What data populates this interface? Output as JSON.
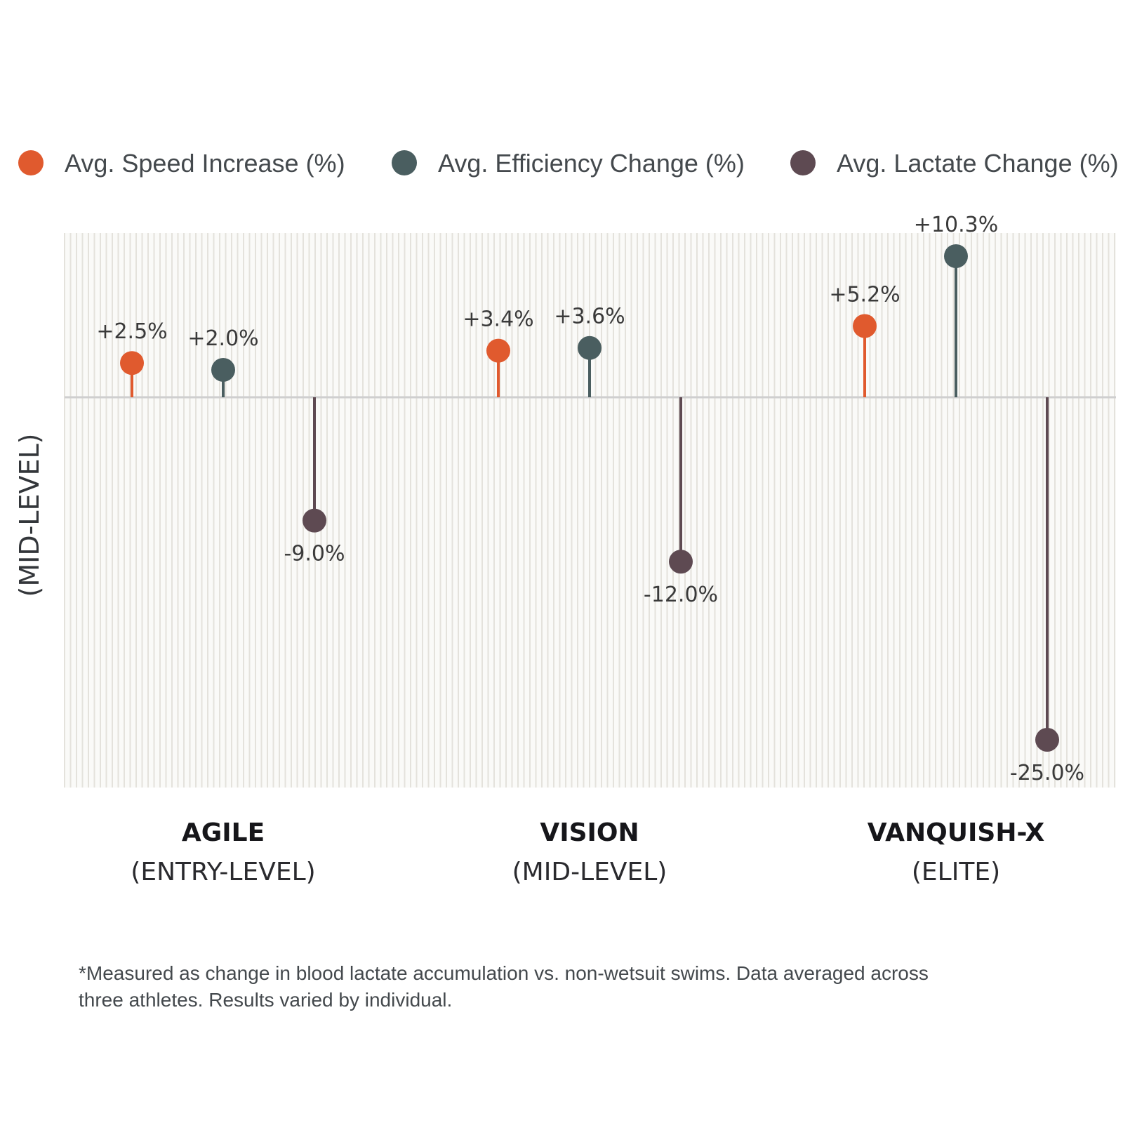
{
  "chart_data": {
    "type": "lollipop",
    "categories": [
      {
        "name": "AGILE",
        "subtitle": "(ENTRY-LEVEL)"
      },
      {
        "name": "VISION",
        "subtitle": "(MID-LEVEL)"
      },
      {
        "name": "VANQUISH-X",
        "subtitle": "(ELITE)"
      }
    ],
    "series": [
      {
        "name": "Avg. Speed Increase (%)",
        "color": "#e05a2e",
        "values": [
          2.5,
          3.4,
          5.2
        ],
        "labels": [
          "+2.5%",
          "+3.4%",
          "+5.2%"
        ]
      },
      {
        "name": "Avg. Efficiency Change (%)",
        "color": "#4a5e60",
        "values": [
          2.0,
          3.6,
          10.3
        ],
        "labels": [
          "+2.0%",
          "+3.6%",
          "+10.3%"
        ]
      },
      {
        "name": "Avg. Lactate Change (%)",
        "color": "#5e4a52",
        "values": [
          -9.0,
          -12.0,
          -25.0
        ],
        "labels": [
          "-9.0%",
          "-12.0%",
          "-25.0%"
        ]
      }
    ],
    "side_label": "(MID-LEVEL)",
    "legend_position": "top",
    "grid": "vertical-stripes",
    "ylim": [
      -25,
      10.3
    ]
  },
  "footnote": {
    "line1": "*Measured as change in blood lactate accumulation vs. non-wetsuit swims. Data averaged across",
    "line2": "three athletes. Results varied by individual."
  }
}
